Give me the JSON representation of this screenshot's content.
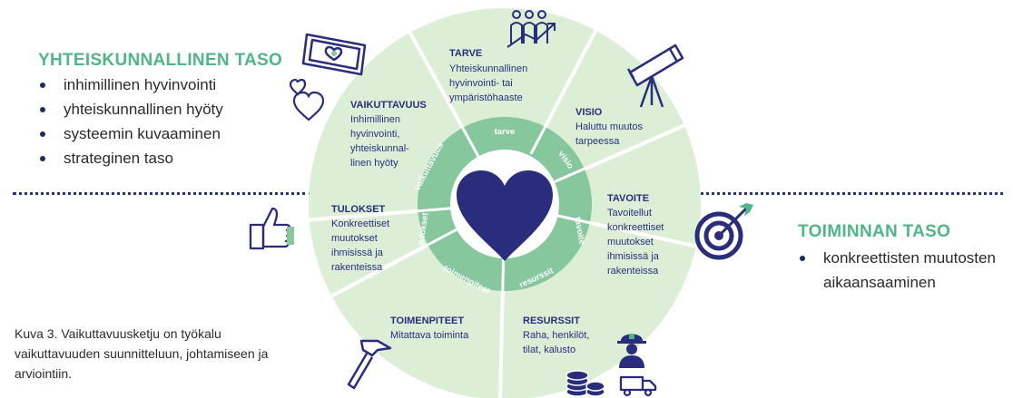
{
  "left_panel": {
    "heading": "YHTEISKUNNALLINEN TASO",
    "bullets": [
      "inhimillinen hyvinvointi",
      "yhteiskunnallinen hyöty",
      "systeemin kuvaaminen",
      "strateginen taso"
    ]
  },
  "right_panel": {
    "heading": "TOIMINNAN TASO",
    "bullets": [
      "konkreettisten muutosten aikaansaaminen"
    ]
  },
  "caption": "Kuva 3. Vaikuttavuusketju on työkalu vaikuttavuuden suunnitteluun, johtamiseen ja arviointiin.",
  "segments": {
    "tarve": {
      "title": "TARVE",
      "lines": [
        "Yhteiskunnallinen",
        "hyvinvointi- tai",
        "ympäristöhaaste"
      ],
      "ring": "tarve"
    },
    "visio": {
      "title": "VISIO",
      "lines": [
        "Haluttu muutos",
        "tarpeessa"
      ],
      "ring": "visio"
    },
    "tavoite": {
      "title": "TAVOITE",
      "lines": [
        "Tavoitellut",
        "konkreettiset",
        "muutokset",
        "ihmisissä ja",
        "rakenteissa"
      ],
      "ring": "tavoite"
    },
    "resurssit": {
      "title": "RESURSSIT",
      "lines": [
        "Raha, henkilöt,",
        "tilat, kalusto"
      ],
      "ring": "resurssit"
    },
    "toimenpiteet": {
      "title": "TOIMENPITEET",
      "lines": [
        "Mitattava toiminta"
      ],
      "ring": "toimenpiteet"
    },
    "tulokset": {
      "title": "TULOKSET",
      "lines": [
        "Konkreettiset",
        "muutokset",
        "ihmisissä ja",
        "rakenteissa"
      ],
      "ring": "tulokset"
    },
    "vaikuttavuus": {
      "title": "VAIKUTTAVUUS",
      "lines": [
        "Inhimillinen",
        "hyvinvointi,",
        "yhteiskunnal-",
        "linen hyöty"
      ],
      "ring": "vaikuttavuus"
    }
  },
  "colors": {
    "heading_green": "#4fb58a",
    "navy": "#2a2d7c",
    "wheel_fill": "#dcefd6",
    "ring_fill": "#86c79d",
    "divider": "#ffffff"
  },
  "icons": [
    "money-heart-icon",
    "hearts-icon",
    "thumbs-up-icon",
    "people-growth-icon",
    "telescope-icon",
    "target-icon",
    "hammer-icon",
    "worker-icon",
    "coins-icon",
    "truck-icon",
    "heart-icon"
  ]
}
